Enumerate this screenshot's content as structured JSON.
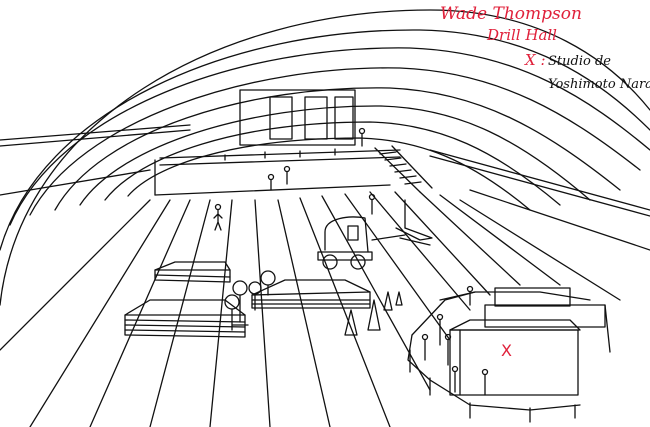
{
  "annotations": {
    "title_line1": "Wade Thompson",
    "title_line2": "Drill Hall",
    "x_label": "X :",
    "studio_line1": "Studio de",
    "studio_line2": "Yoshimoto Nara",
    "x_mark": "X"
  },
  "colors": {
    "ink": "#111111",
    "annotation": "#e0203a",
    "paper": "#ffffff"
  }
}
